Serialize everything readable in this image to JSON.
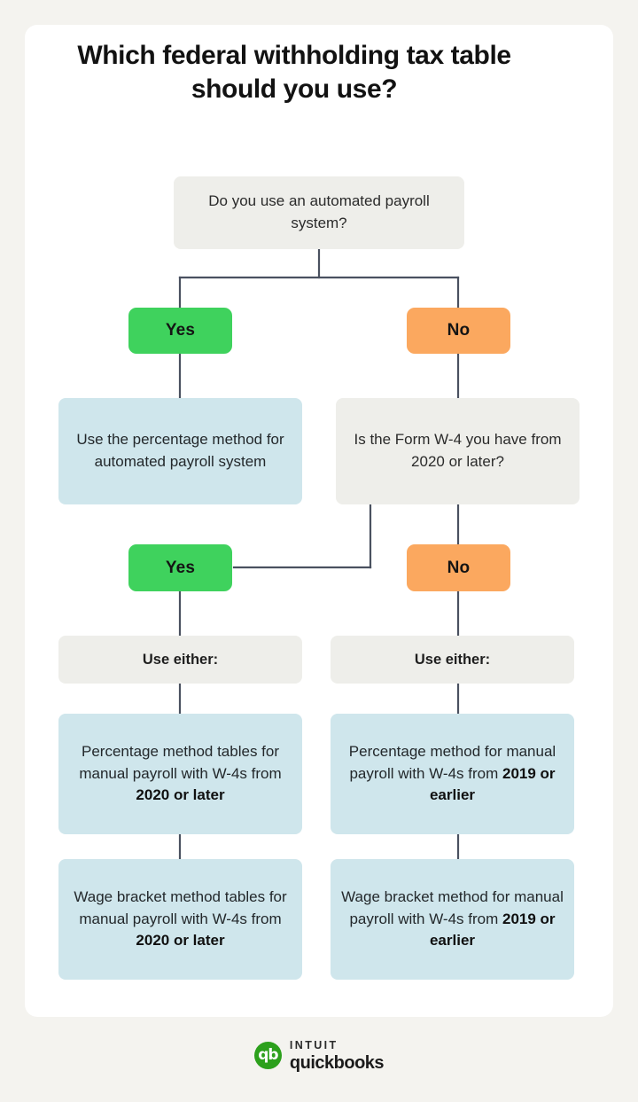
{
  "page": {
    "background_color": "#f4f3ef",
    "card_color": "#ffffff"
  },
  "title": "Which federal withholding tax table should you use?",
  "colors": {
    "yes_pill": "#3fd25d",
    "no_pill": "#fba85f",
    "info_box": "#cfe6ec",
    "question_box": "#eeeeea",
    "connector_line": "#4a5160",
    "brand_green": "#2ca01c"
  },
  "flowchart": {
    "root_question": "Do you use an automated payroll system?",
    "branch_yes_label": "Yes",
    "branch_no_label": "No",
    "yes_outcome": "Use the percentage method for automated payroll system",
    "no_question": "Is the Form W-4 you have from 2020 or later?",
    "w4_yes_label": "Yes",
    "w4_no_label": "No",
    "use_either_left": "Use either:",
    "use_either_right": "Use either:",
    "left_option_1": {
      "text": "Percentage method tables for manual payroll with W-4s from ",
      "emphasis": "2020 or later"
    },
    "left_option_2": {
      "text": "Wage bracket method tables for manual payroll with W-4s from ",
      "emphasis": "2020 or later"
    },
    "right_option_1": {
      "text": "Percentage method for manual payroll with W-4s from ",
      "emphasis": "2019 or earlier"
    },
    "right_option_2": {
      "text": "Wage bracket method for manual payroll with W-4s from ",
      "emphasis": "2019 or earlier"
    }
  },
  "footer": {
    "logo_mark": "qb",
    "brand_top": "INTUIT",
    "brand_bottom": "quickbooks"
  }
}
